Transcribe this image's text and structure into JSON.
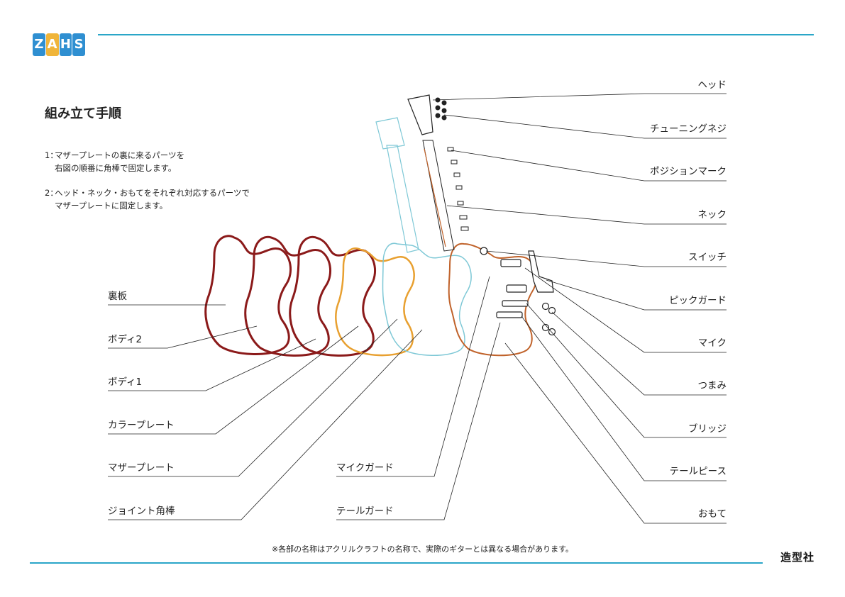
{
  "brand": {
    "logo_letters": [
      "Z",
      "A",
      "H",
      "S"
    ],
    "publisher": "造型社"
  },
  "instructions": {
    "title": "組み立て手順",
    "steps": [
      {
        "num": "1：",
        "line1": "マザープレートの裏に来るパーツを",
        "line2": "右図の順番に角棒で固定します。"
      },
      {
        "num": "2：",
        "line1": "ヘッド・ネック・おもてをそれぞれ対応するパーツで",
        "line2": "マザープレートに固定します。"
      }
    ]
  },
  "parts_left": [
    "裏板",
    "ボディ2",
    "ボディ1",
    "カラープレート",
    "マザープレート",
    "ジョイント角棒"
  ],
  "parts_center": [
    "マイクガード",
    "テールガード"
  ],
  "parts_right": [
    "ヘッド",
    "チューニングネジ",
    "ポジションマーク",
    "ネック",
    "スイッチ",
    "ピックガード",
    "マイク",
    "つまみ",
    "ブリッジ",
    "テールピース",
    "おもて"
  ],
  "footnote": "※各部の名称はアクリルクラフトの名称で、実際のギターとは異なる場合があります。",
  "colors": {
    "accent_rule": "#2aa6c8",
    "logo_blue": "#2f8fd1",
    "logo_orange": "#f0b53a",
    "body_red": "#8b1a1a",
    "body_orange": "#e8a030",
    "body_brown": "#c0622a",
    "mother_plate_cyan": "#7ec8d6"
  }
}
